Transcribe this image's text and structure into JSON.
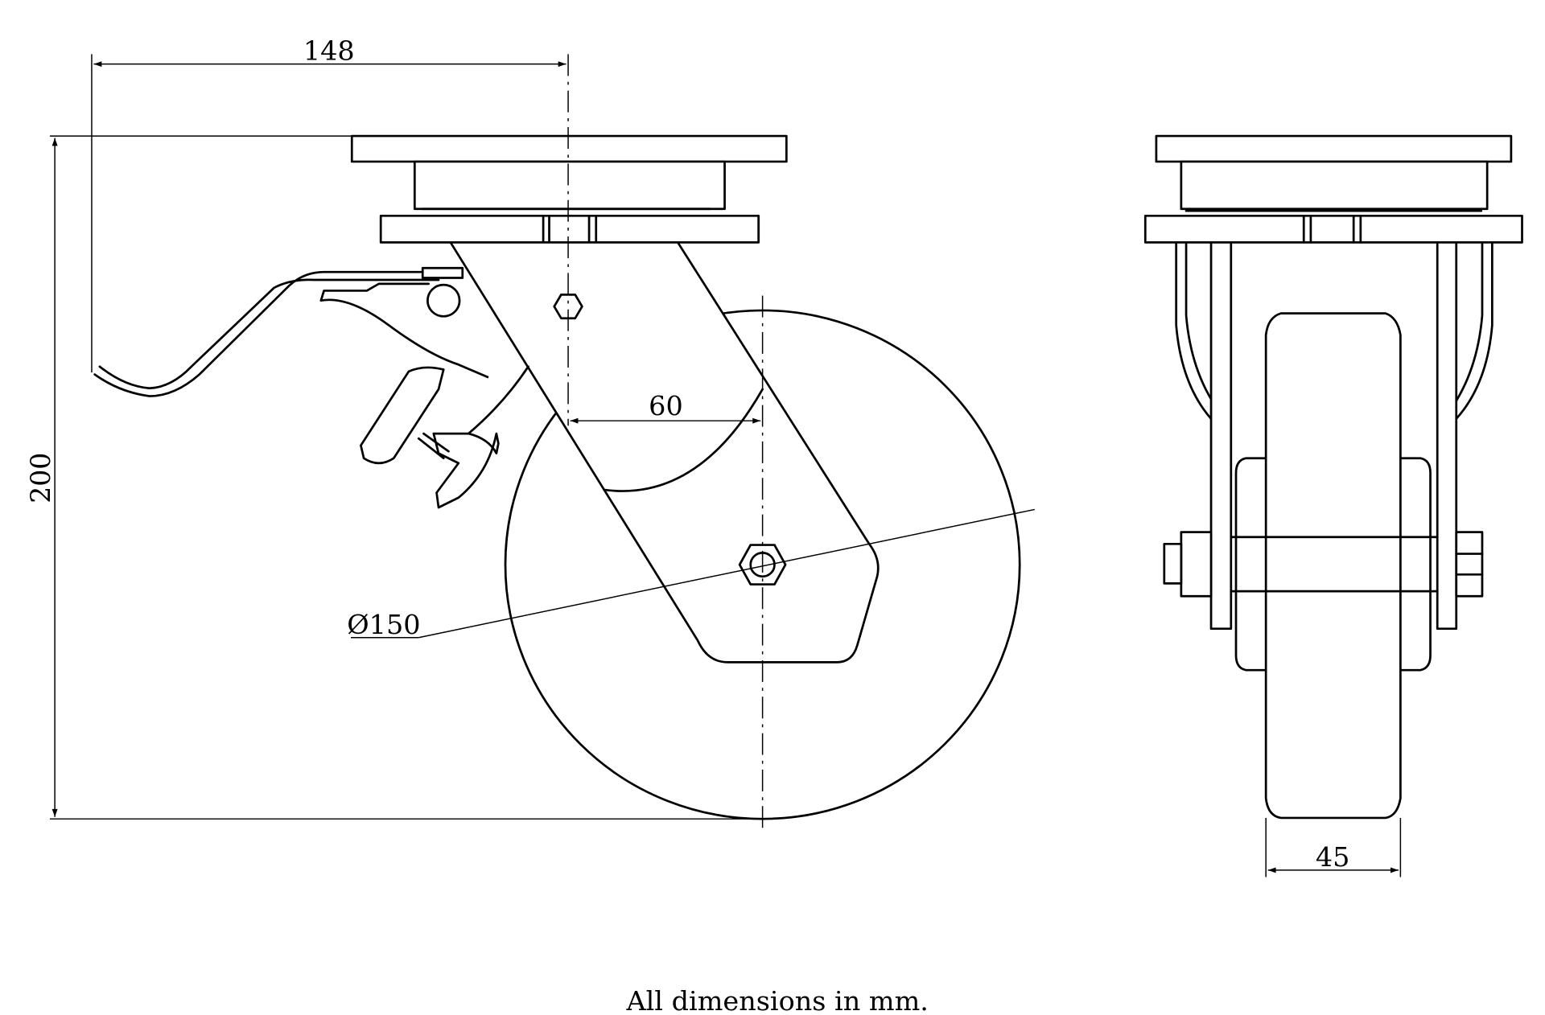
{
  "drawing": {
    "title": "Swivel castor with brake – dimensional drawing",
    "dimensions": {
      "offset_width": "148",
      "overall_height": "200",
      "swivel_offset": "60",
      "wheel_diameter": "Ø150",
      "wheel_width": "45"
    },
    "units_note": "All dimensions in mm."
  }
}
